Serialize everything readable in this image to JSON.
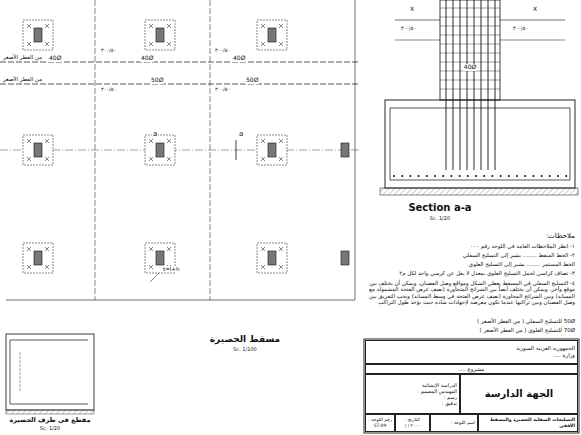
{
  "diagram": {
    "nodes": [
      {
        "text": [
          "الجمهورية العربية السورية",
          "وزارة ...."
        ]
      },
      {
        "text": [
          "مشروع ...."
        ]
      },
      {
        "text": [
          "الدراسة الإنشائية",
          "المهندس المصمم :",
          "رسم :",
          "تدقيق :"
        ]
      },
      {
        "text": [
          "الجهة الدارسة"
        ]
      },
      {
        "text": [
          "رقم اللوحة :",
          "ST-09"
        ]
      },
      {
        "text": [
          "التاريخ :",
          "٢٠٠٠ / /"
        ]
      },
      {
        "text": [
          "اسم اللوحة :"
        ]
      },
      {
        "text": [
          "التسليحات السفلية للحصيرة والمسقط الأفقي"
        ]
      }
    ],
    "labels": [
      "من القطر الأصغر",
      "40Ø",
      "٣٠٠/٥٠",
      "40Ø",
      "٣٠٠/٥٠",
      "40Ø",
      "من القطر الأصغر",
      "50Ø",
      "٣٠٠/٥٠",
      "50Ø",
      "٣٠٠/٥٠",
      "a",
      "a",
      "t=l+h",
      "مسقط الحصيرة",
      "Sc. 1/100",
      "مقطع في طرف الحصيرة",
      "Sc. 1/20",
      "X",
      "X",
      "٣٠٠/٥٠",
      "٣٠٠/٥٠",
      "40Ø",
      "Section a-a",
      "Sc. 1/20",
      "ملاحظات:",
      "١- انظر الملاحظات العامة في اللوحة رقم ٠٠٠",
      "٢- الخط المنقط ........ يشير إلى التسليح السفلي",
      "الخط المستمر ........ يشير إلى التسليح العلوي",
      "٣- تضاف كراسي لحمل التسليح العلوي بمعدل لا يقل عن كرسي واحد لكل م٢",
      "٤- التسليح السفلي في المسقط يعطي الشكل ومواقع وصل القضبان، ويمكن أن يختلف بين موقع وآخر، ويمكن أن يختلف أيضاً بين الشرائح المتجاورة (نصف عرض الفتحة المشمولة مع المساند) وبين الشرائح المجاورة (نصف عرض الفتحة في وسط المساند) ويجب التفريق بين وصل القضبان وبين تراكبها عندما تكون معرضة لإجهادات شادة حيث يؤخذ طول التراكب",
      "50Ø للتسليح السفلي ( من القطر الأصغر )",
      "70Ø للتسليح العلوي ( من القطر الأصغر )"
    ]
  }
}
